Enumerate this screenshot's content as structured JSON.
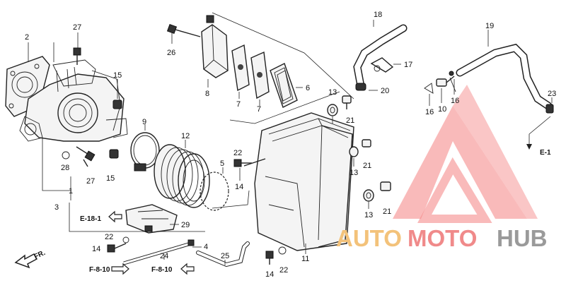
{
  "diagram": {
    "callouts": {
      "c2": "2",
      "c27a": "27",
      "c15a": "15",
      "c26": "26",
      "c8": "8",
      "c7a": "7",
      "c7b": "7",
      "c6": "6",
      "c18": "18",
      "c17": "17",
      "c20": "20",
      "c19": "19",
      "c23": "23",
      "c16a": "16",
      "c10": "10",
      "c16b": "16",
      "c13a": "13",
      "c21a": "21",
      "c9": "9",
      "c12": "12",
      "c5": "5",
      "c22a": "22",
      "c14a": "14",
      "c13b": "13",
      "c21b": "21",
      "c13c": "13",
      "c21c": "21",
      "c28": "28",
      "c27b": "27",
      "c15b": "15",
      "c1": "1",
      "c3": "3",
      "c29": "29",
      "c22b": "22",
      "c14b": "14",
      "c4": "4",
      "c24": "24",
      "c25": "25",
      "c11": "11",
      "c14c": "14",
      "c22c": "22"
    },
    "refs": {
      "e181": "E-18-1",
      "f810a": "F-8-10",
      "f810b": "F-8-10",
      "e1": "E-1",
      "front": "FR."
    }
  },
  "watermark": {
    "part1": "AUTO",
    "part2": "MOTO",
    "part3": "HUB",
    "colors": {
      "auto": "#f3c27a",
      "moto": "#f08a8a",
      "hub": "#9a9a9a",
      "logo": "#f26b6b"
    }
  }
}
